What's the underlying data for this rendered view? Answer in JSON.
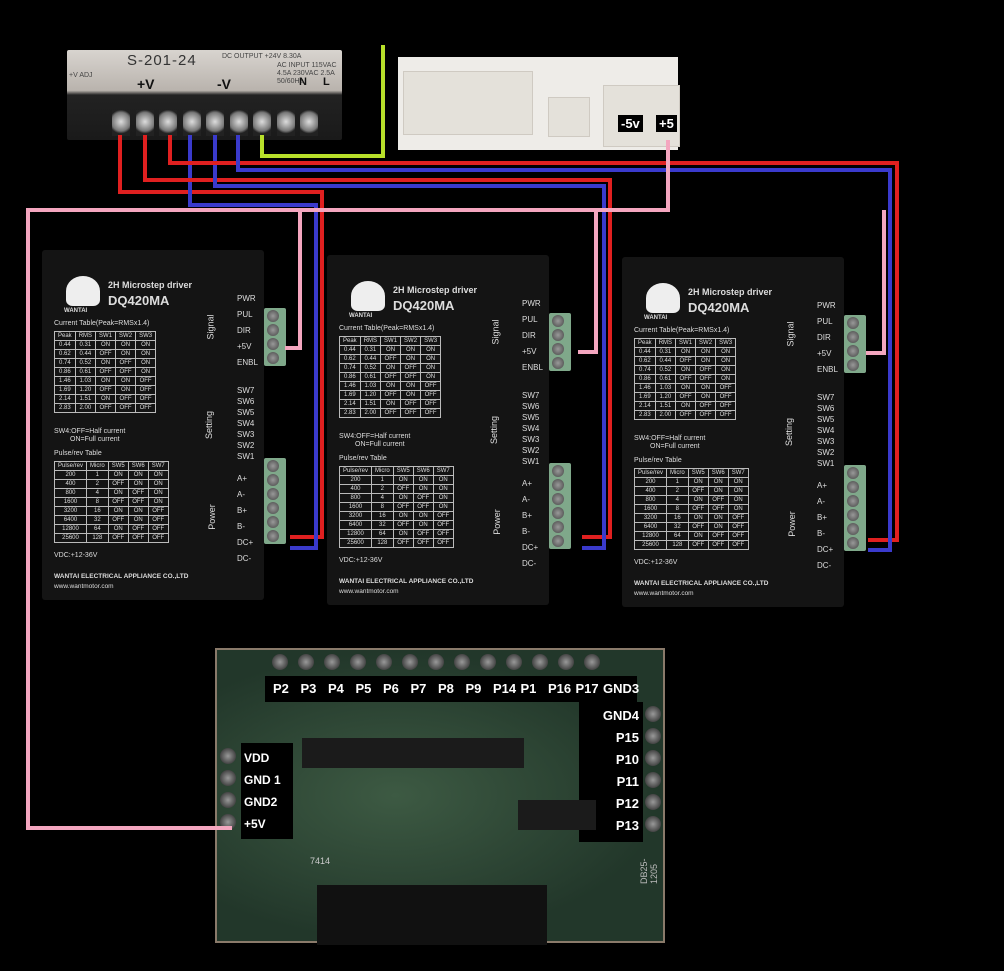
{
  "power_supply": {
    "model": "S-201-24",
    "spec_dc": "DC OUTPUT +24V 8.30A",
    "spec_ac": "AC INPUT 115VAC 4.5A 230VAC 2.5A 50/60Hz",
    "v_adj": "+V ADJ",
    "plus_v": "+V",
    "minus_v": "-V",
    "n": "N",
    "l": "L"
  },
  "atx": {
    "minus5": "-5v",
    "plus5": "+5"
  },
  "driver": {
    "title": "2H Microstep driver",
    "model": "DQ420MA",
    "brand": "WANTAI",
    "current_title": "Current Table(Peak=RMSx1.4)",
    "current_headers": [
      "Peak",
      "RMS",
      "SW1",
      "SW2",
      "SW3"
    ],
    "current_rows": [
      [
        "0.44",
        "0.31",
        "ON",
        "ON",
        "ON"
      ],
      [
        "0.62",
        "0.44",
        "OFF",
        "ON",
        "ON"
      ],
      [
        "0.74",
        "0.52",
        "ON",
        "OFF",
        "ON"
      ],
      [
        "0.86",
        "0.61",
        "OFF",
        "OFF",
        "ON"
      ],
      [
        "1.46",
        "1.03",
        "ON",
        "ON",
        "OFF"
      ],
      [
        "1.69",
        "1.20",
        "OFF",
        "ON",
        "OFF"
      ],
      [
        "2.14",
        "1.51",
        "ON",
        "OFF",
        "OFF"
      ],
      [
        "2.83",
        "2.00",
        "OFF",
        "OFF",
        "OFF"
      ]
    ],
    "sw4_note1": "SW4:OFF=Half current",
    "sw4_note2": "ON=Full current",
    "pulse_title": "Pulse/rev Table",
    "pulse_headers": [
      "Pulse/rev",
      "Micro",
      "SW5",
      "SW6",
      "SW7"
    ],
    "pulse_rows": [
      [
        "200",
        "1",
        "ON",
        "ON",
        "ON"
      ],
      [
        "400",
        "2",
        "OFF",
        "ON",
        "ON"
      ],
      [
        "800",
        "4",
        "ON",
        "OFF",
        "ON"
      ],
      [
        "1600",
        "8",
        "OFF",
        "OFF",
        "ON"
      ],
      [
        "3200",
        "16",
        "ON",
        "ON",
        "OFF"
      ],
      [
        "6400",
        "32",
        "OFF",
        "ON",
        "OFF"
      ],
      [
        "12800",
        "64",
        "ON",
        "OFF",
        "OFF"
      ],
      [
        "25600",
        "128",
        "OFF",
        "OFF",
        "OFF"
      ]
    ],
    "vdc": "VDC:+12-36V",
    "company": "WANTAI ELECTRICAL APPLIANCE CO.,LTD",
    "website": "www.wantmotor.com",
    "signal_label": "Signal",
    "setting_label": "Setting",
    "power_label": "Power",
    "signal_pins": [
      "PWR",
      "PUL",
      "DIR",
      "+5V",
      "ENBL"
    ],
    "setting_pins": [
      "SW7",
      "SW6",
      "SW5",
      "SW4",
      "SW3",
      "SW2",
      "SW1"
    ],
    "power_pins": [
      "A+",
      "A-",
      "B+",
      "B-",
      "DC+",
      "DC-"
    ]
  },
  "breakout": {
    "top_pins": [
      "P2",
      "P3",
      "P4",
      "P5",
      "P6",
      "P7",
      "P8",
      "P9",
      "P14",
      "P1",
      "P16",
      "P17",
      "GND3"
    ],
    "left_pins": [
      "VDD",
      "GND 1",
      "GND2",
      "+5V"
    ],
    "right_pins": [
      "GND4",
      "P15",
      "P10",
      "P11",
      "P12",
      "P13"
    ],
    "chip_label": "7414",
    "board_label": "DB25-1205"
  },
  "wire_colors": {
    "positive": "#e02020",
    "negative": "#3a3acc",
    "five_volt": "#f4a6bf",
    "ground": "#b8e02a"
  }
}
